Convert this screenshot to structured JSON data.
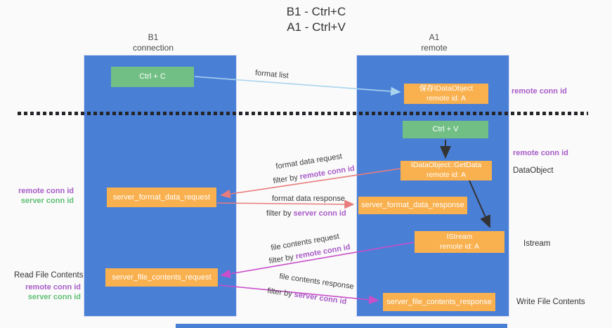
{
  "colors": {
    "background": "#fafafa",
    "lane_blue": "#4a7fd6",
    "box_green": "#72bf85",
    "box_orange": "#f9b04e",
    "arrow_lightblue": "#a9d4ee",
    "arrow_salmon": "#e87c7c",
    "arrow_magenta": "#c94ec9",
    "arrow_black": "#333333",
    "text_purple": "#a85cc8",
    "text_green": "#5fbf74"
  },
  "title": {
    "line1": "B1 - Ctrl+C",
    "line2": "A1 - Ctrl+V"
  },
  "lanes": {
    "left": {
      "line1": "B1",
      "line2": "connection"
    },
    "right": {
      "line1": "A1",
      "line2": "remote"
    }
  },
  "nodes": {
    "ctrl_c": {
      "label": "Ctrl + C"
    },
    "save_dataobject": {
      "line1": "保存IDataObject",
      "line2": "remote id: A"
    },
    "ctrl_v": {
      "label": "Ctrl + V"
    },
    "getdata": {
      "line1": "IDataObject::GetData",
      "line2": "remote id: A"
    },
    "server_format_data_request": {
      "label": "server_format_data_request"
    },
    "server_format_data_response": {
      "label": "server_format_data_response"
    },
    "istream": {
      "line1": "IStream",
      "line2": "remote id: A"
    },
    "server_file_contents_request": {
      "label": "server_file_contents_request"
    },
    "server_file_contents_response": {
      "label": "server_file_contents_response"
    }
  },
  "edge_labels": {
    "format_list": "format list",
    "format_data_request": "format data request",
    "format_data_request_filter_prefix": "filter by ",
    "format_data_request_filter_value": "remote conn id",
    "format_data_response": "format data response",
    "format_data_response_filter_prefix": "filter by ",
    "format_data_response_filter_value": "server conn id",
    "file_contents_request": "file contents request",
    "file_contents_request_filter_prefix": "filter by ",
    "file_contents_request_filter_value": "remote conn id",
    "file_contents_response": "file contents response",
    "file_contents_response_filter_prefix": "filter by ",
    "file_contents_response_filter_value": "server conn id"
  },
  "annotations": {
    "right_remote_conn_id_1": "remote conn id",
    "right_remote_conn_id_2": "remote conn id",
    "dataobject": "DataObject",
    "istream": "Istream",
    "write_file_contents": "Write File Contents",
    "left_remote_conn_id_1": "remote conn id",
    "left_server_conn_id_1": "server conn id",
    "read_file_contents": "Read File Contents",
    "left_remote_conn_id_2": "remote conn id",
    "left_server_conn_id_2": "server conn id"
  }
}
